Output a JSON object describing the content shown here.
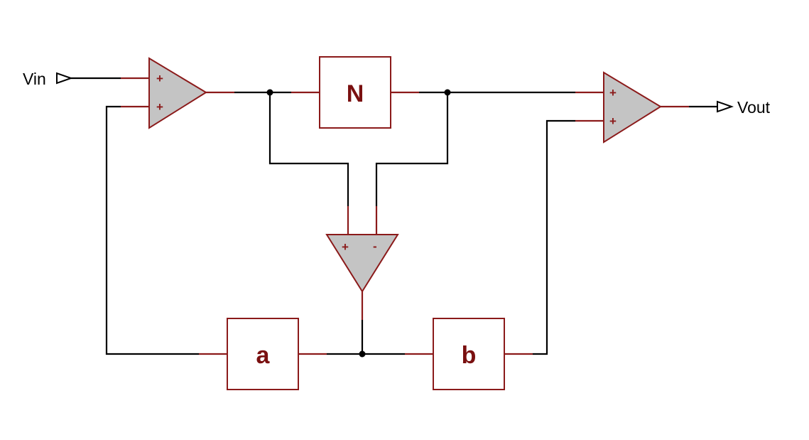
{
  "ports": {
    "input": "Vin",
    "output": "Vout"
  },
  "blocks": {
    "n": "N",
    "a": "a",
    "b": "b"
  },
  "amplifiers": {
    "summer_in": {
      "pin1": "+",
      "pin2": "+"
    },
    "summer_out": {
      "pin1": "+",
      "pin2": "+"
    },
    "difference": {
      "pin1": "+",
      "pin2": "-"
    }
  },
  "colors": {
    "wire": "#000000",
    "component": "#8b1a1a",
    "amp_fill": "#c4c4c4",
    "label": "#7a1010"
  }
}
